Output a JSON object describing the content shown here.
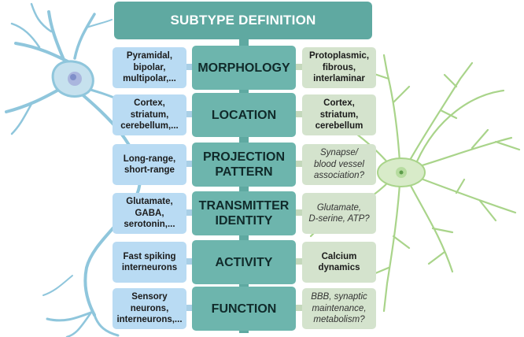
{
  "title": "SUBTYPE DEFINITION",
  "rows": [
    {
      "category": "MORPHOLOGY",
      "neuron": "Pyramidal,\nbipolar,\nmultipolar,...",
      "glia": "Protoplasmic,\nfibrous,\ninterlaminar",
      "glia_uncertain": false
    },
    {
      "category": "LOCATION",
      "neuron": "Cortex,\nstriatum,\ncerebellum,...",
      "glia": "Cortex,\nstriatum,\ncerebellum",
      "glia_uncertain": false
    },
    {
      "category": "PROJECTION\nPATTERN",
      "neuron": "Long-range,\nshort-range",
      "glia": "Synapse/\nblood vessel\nassociation?",
      "glia_uncertain": true
    },
    {
      "category": "TRANSMITTER\nIDENTITY",
      "neuron": "Glutamate,\nGABA,\nserotonin,...",
      "glia": "Glutamate,\nD-serine, ATP?",
      "glia_uncertain": true
    },
    {
      "category": "ACTIVITY",
      "neuron": "Fast spiking\ninterneurons",
      "glia": "Calcium\ndynamics",
      "glia_uncertain": false
    },
    {
      "category": "FUNCTION",
      "neuron": "Sensory\nneurons,\ninterneurons,...",
      "glia": "BBB, synaptic\nmaintenance,\nmetabolism?",
      "glia_uncertain": true
    }
  ],
  "colors": {
    "title_bg": "#5fa9a1",
    "category_bg": "#6db5ad",
    "neuron_bg": "#b9dbf3",
    "glia_bg": "#d4e3cd",
    "neuron_drawing": "#8fc6dc",
    "astrocyte_drawing": "#a9d48a"
  },
  "icons": [
    "neuron-illustration",
    "astrocyte-illustration"
  ]
}
